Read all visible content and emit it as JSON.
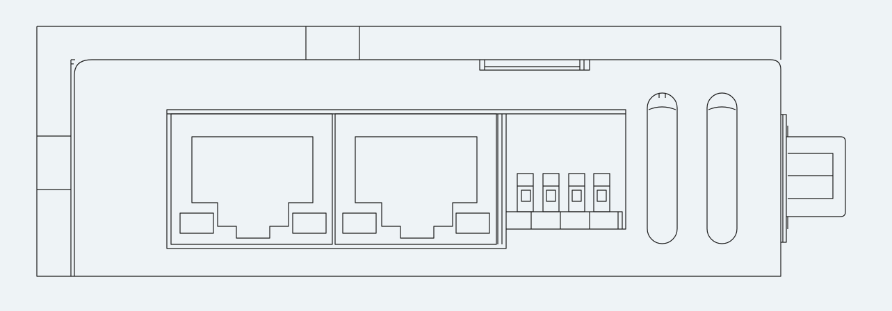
{
  "drawing": {
    "view": "side-elevation",
    "background_color": "#eef3f6",
    "line_color": "#1b1b1b",
    "components": {
      "rj45_ports": 2,
      "dip_switches": 4,
      "oval_slots": 2,
      "side_connector": 1
    }
  }
}
